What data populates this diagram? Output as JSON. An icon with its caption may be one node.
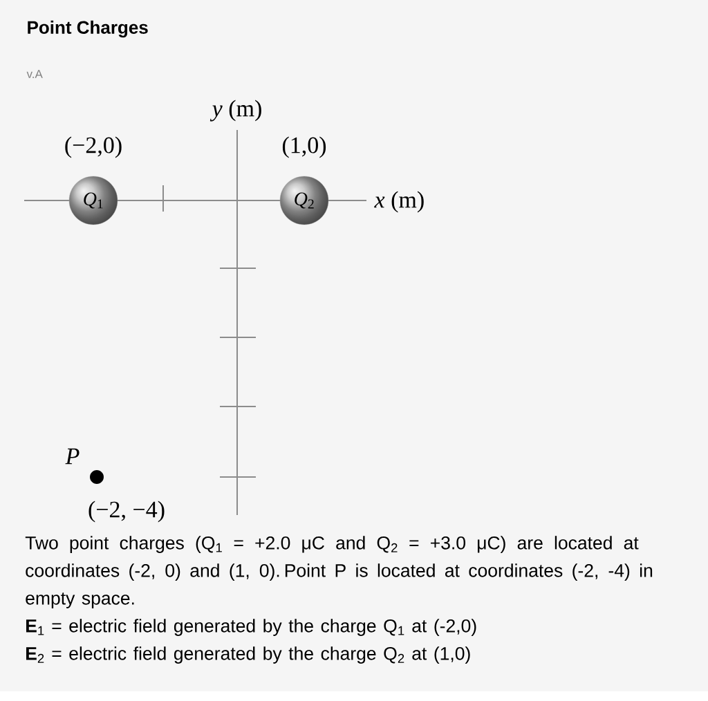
{
  "diagram": {
    "title": "Point Charges",
    "nodes": [
      {
        "text": [
          "*Q*$_{1}$"
        ],
        "beside": [
          "(−2,0)"
        ]
      },
      {
        "text": [
          "*Q*$_{2}$"
        ],
        "beside": [
          "(1,0)"
        ]
      },
      {
        "text": [],
        "shape": "circle",
        "beside": [
          "*P*",
          "(−2, −4)"
        ]
      }
    ],
    "labels": [
      "v.A",
      "*y* (m)",
      "*x* (m)",
      "Two point charges (Q$_{1}$ = +2.0 μC and Q$_{2}$ = +3.0 μC) are located at coordinates (-2, 0) and (1, 0). Point P is located at coordinates (-2, -4) in empty space.",
      "**E**$_{1}$ = electric field generated by the charge Q$_{1}$ at (-2,0)",
      "**E**$_{2}$ = electric field generated by the charge Q$_{2}$ at (1,0)"
    ]
  }
}
